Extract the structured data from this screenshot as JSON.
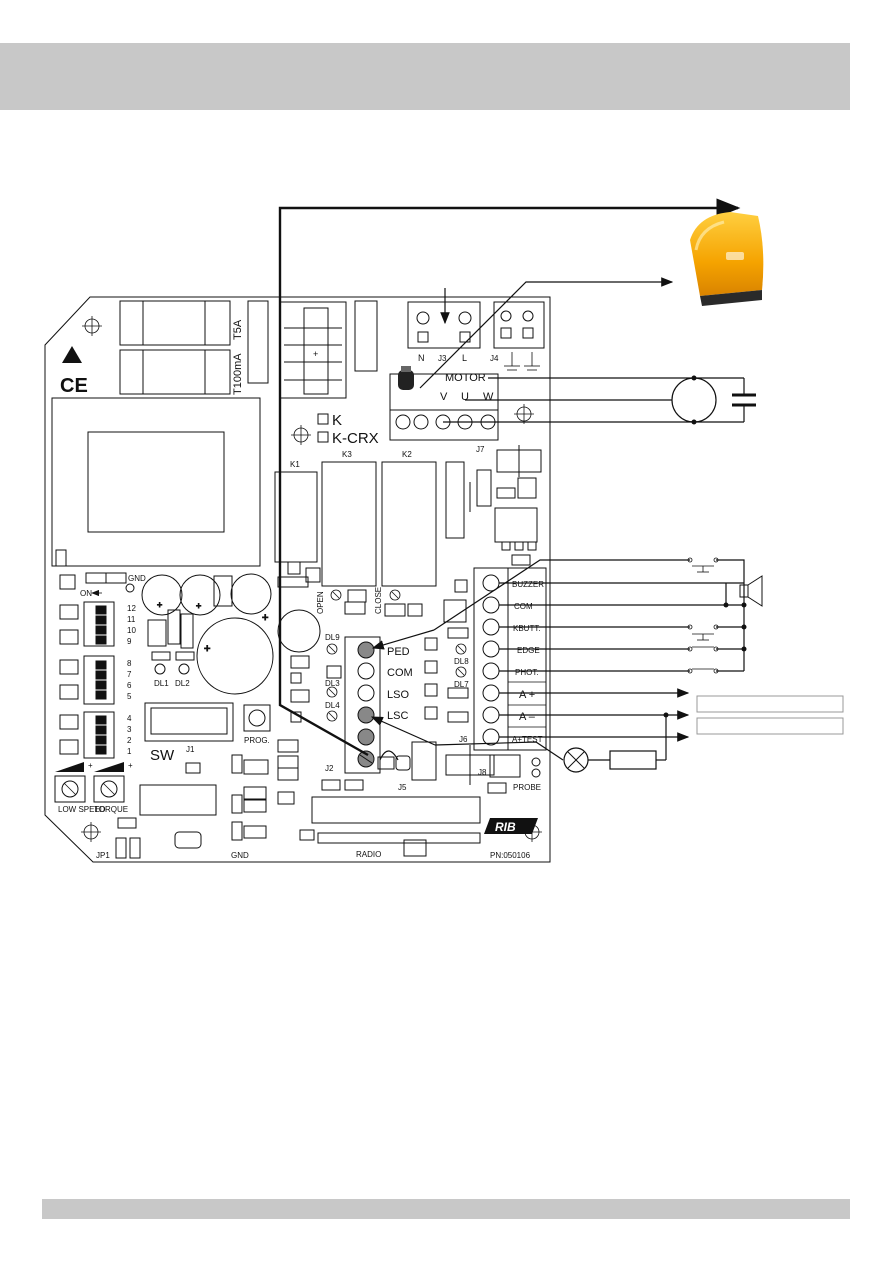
{
  "board": {
    "fuse_main": "T5A",
    "fuse_aux": "T100mA",
    "ce_mark": "CE",
    "options": [
      "K",
      "K-CRX"
    ],
    "relays": [
      "K1",
      "K3",
      "K2"
    ],
    "connectors": {
      "power": {
        "id": "J3",
        "pins": [
          "N",
          "L"
        ]
      },
      "earth": {
        "id": "J4"
      },
      "motor": {
        "title": "MOTOR",
        "pins": [
          "V",
          "U",
          "W"
        ]
      },
      "j7": "J7",
      "j6": "J6",
      "j5": "J5",
      "j8": "J8",
      "j2": "J2",
      "j1": "J1",
      "jp1": "JP1"
    },
    "limit_terminals": [
      "PED",
      "COM",
      "LSO",
      "LSC"
    ],
    "input_terminals": [
      "BUZZER",
      "COM",
      "KBUTT.",
      "EDGE",
      "PHOT.",
      "A +",
      "A –",
      "A+TEST"
    ],
    "leds": [
      "DL9",
      "DL3",
      "DL4",
      "DL8",
      "DL7",
      "DL1",
      "DL2"
    ],
    "dip_switch": {
      "label": "ON",
      "rows_top": [
        "12",
        "11",
        "10",
        "9"
      ],
      "rows_mid": [
        "8",
        "7",
        "6",
        "5"
      ],
      "rows_bot": [
        "4",
        "3",
        "2",
        "1"
      ]
    },
    "sw_label": "SW",
    "prog_label": "PROG.",
    "trimmers": [
      "LOW SPEED",
      "TORQUE"
    ],
    "gnd_labels": [
      "GND",
      "GND"
    ],
    "open_label": "OPEN",
    "close_label": "CLOSE",
    "radio_label": "RADIO",
    "probe_label": "PROBE",
    "brand_logo": "RIB",
    "part_number": "PN:050106"
  },
  "accent_colors": {
    "lamp_body": "#f5a300",
    "lamp_light": "#ffd24d",
    "lamp_base": "#2a2a2a",
    "band_gray": "#c8c8c8"
  }
}
